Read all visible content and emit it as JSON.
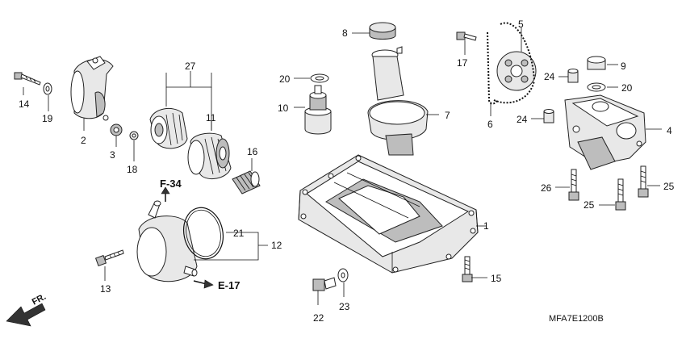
{
  "callouts": {
    "c1": "1",
    "c2": "2",
    "c3": "3",
    "c4": "4",
    "c5": "5",
    "c6": "6",
    "c7": "7",
    "c8": "8",
    "c9": "9",
    "c10": "10",
    "c11": "11",
    "c12": "12",
    "c13": "13",
    "c14": "14",
    "c15": "15",
    "c16": "16",
    "c17": "17",
    "c18": "18",
    "c19": "19",
    "c20a": "20",
    "c20b": "20",
    "c21": "21",
    "c22": "22",
    "c23": "23",
    "c24a": "24",
    "c24b": "24",
    "c25a": "25",
    "c25b": "25",
    "c26": "26",
    "c27": "27"
  },
  "refs": {
    "f34": "F-34",
    "e17": "E-17"
  },
  "front_marker": "FR.",
  "diagram_code": "MFA7E1200B"
}
